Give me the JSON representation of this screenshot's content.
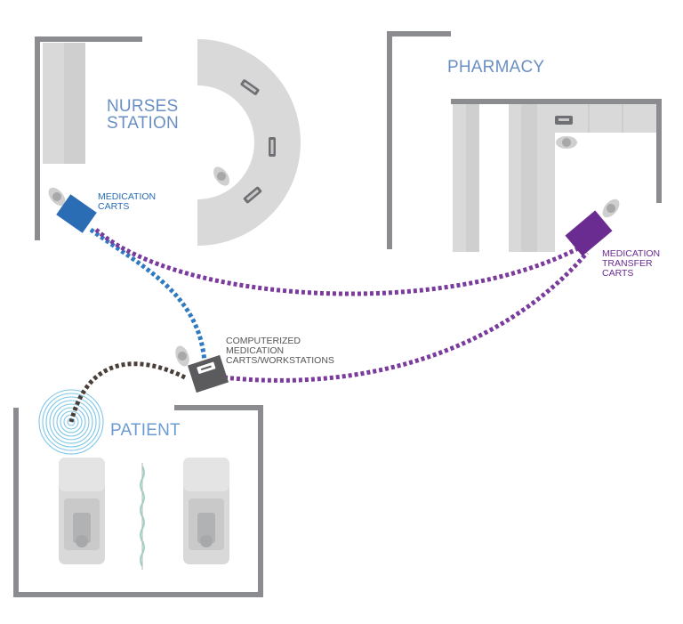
{
  "rooms": {
    "nurses_station": {
      "lines": [
        "NURSES",
        "STATION"
      ]
    },
    "pharmacy": {
      "label": "PHARMACY"
    },
    "patient": {
      "label": "PATIENT"
    }
  },
  "nodes": {
    "medication_carts": {
      "lines": [
        "MEDICATION",
        "CARTS"
      ]
    },
    "transfer_carts": {
      "lines": [
        "MEDICATION",
        "TRANSFER",
        "CARTS"
      ]
    },
    "workstations": {
      "lines": [
        "COMPUTERIZED",
        "MEDICATION",
        "CARTS/WORKSTATIONS"
      ]
    }
  },
  "colors": {
    "wall": "#8a8c8f",
    "furniture": "#d9d9da",
    "furniture_dark": "#b9babc",
    "room_label": "#6a8fc4",
    "patient_label": "#6c9bd2",
    "blue_cart": "#2a6db5",
    "purple": "#6a2c91",
    "workstation": "#5b5b5e",
    "brown_link": "#4a3f38",
    "blue_link": "#2f7ac0",
    "purple_link": "#7a3b9c",
    "gray_label": "#555555"
  },
  "icons": [
    "person-icon",
    "signal-waves-icon",
    "bed-icon",
    "curtain-icon"
  ]
}
